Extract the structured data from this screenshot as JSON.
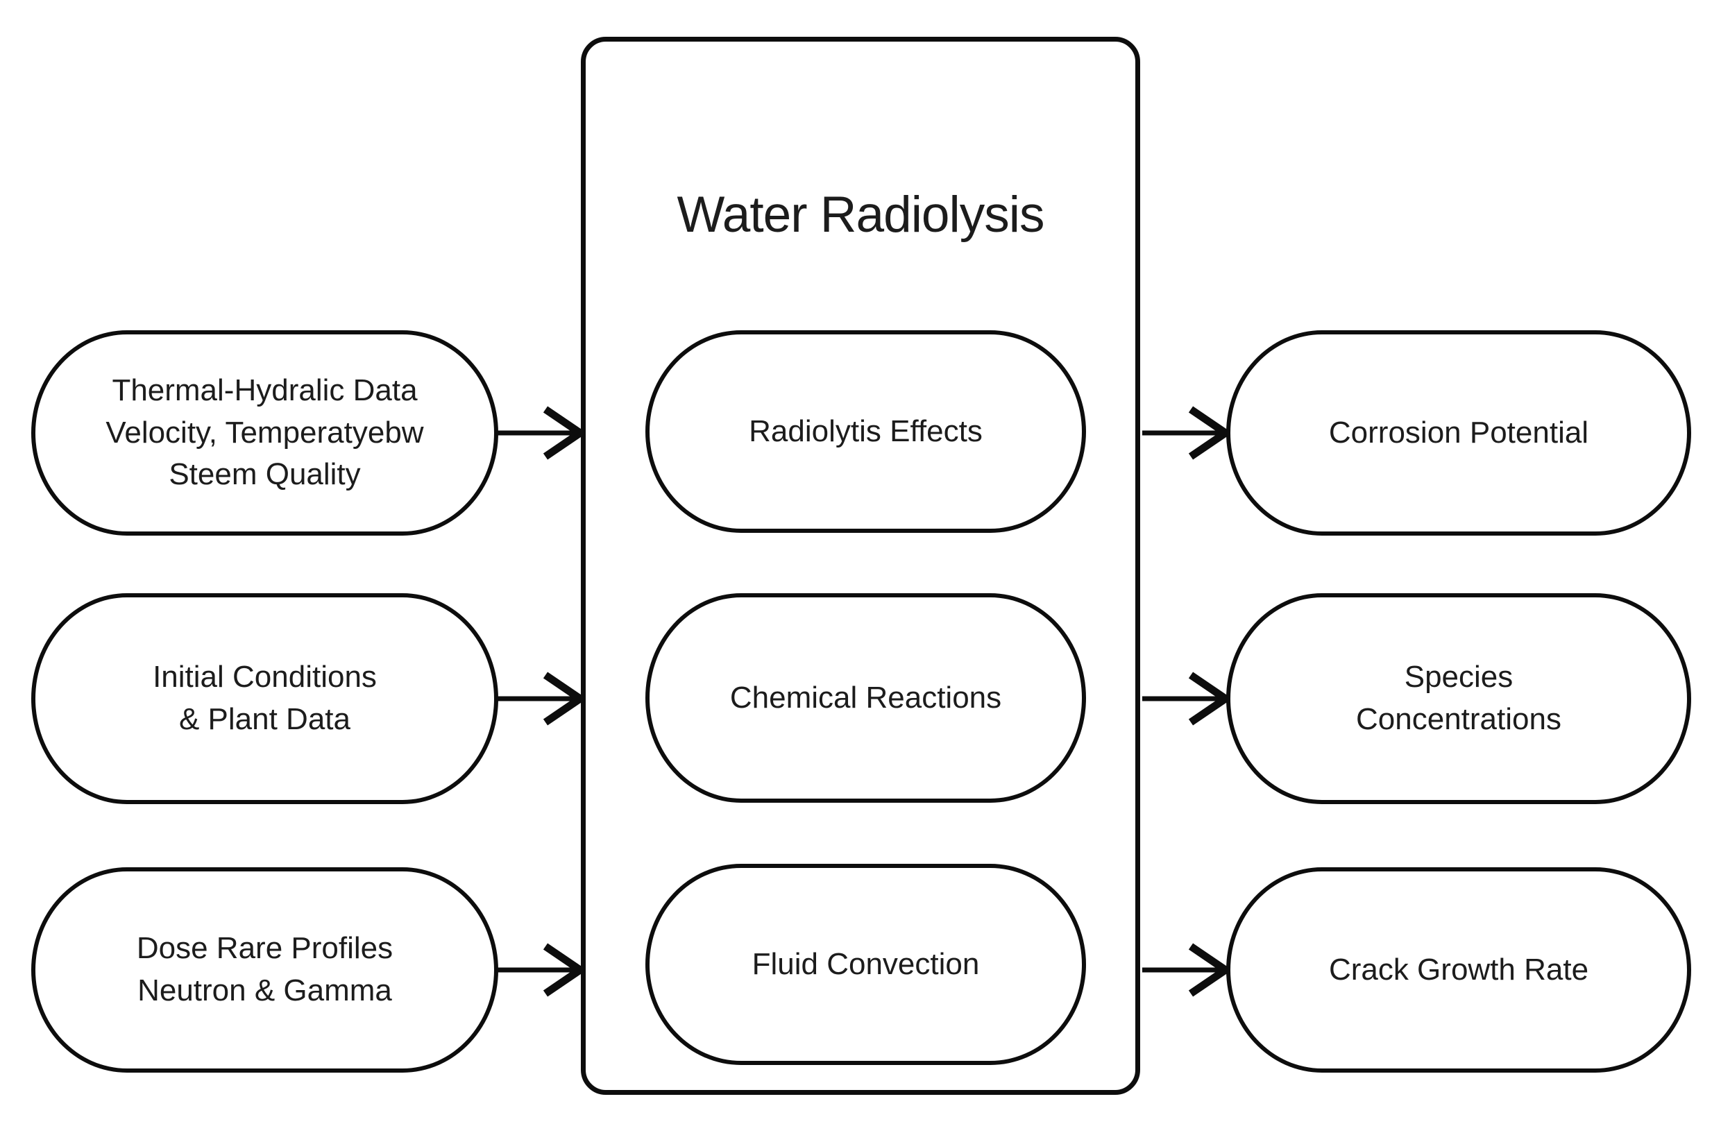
{
  "diagram": {
    "title": "Water Radiolysis",
    "inputs": [
      {
        "label": "Thermal-Hydralic Data\nVelocity, Temperatyebw\nSteem Quality"
      },
      {
        "label": "Initial Conditions\n& Plant Data"
      },
      {
        "label": "Dose Rare Profiles\nNeutron & Gamma"
      }
    ],
    "processes": [
      {
        "label": "Radiolytis Effects"
      },
      {
        "label": "Chemical Reactions"
      },
      {
        "label": "Fluid Convection"
      }
    ],
    "outputs": [
      {
        "label": "Corrosion Potential"
      },
      {
        "label": "Species\nConcentrations"
      },
      {
        "label": "Crack Growth Rate"
      }
    ],
    "colors": {
      "stroke": "#0d0d0d",
      "text": "#1c1c1c",
      "background": "#ffffff"
    }
  }
}
